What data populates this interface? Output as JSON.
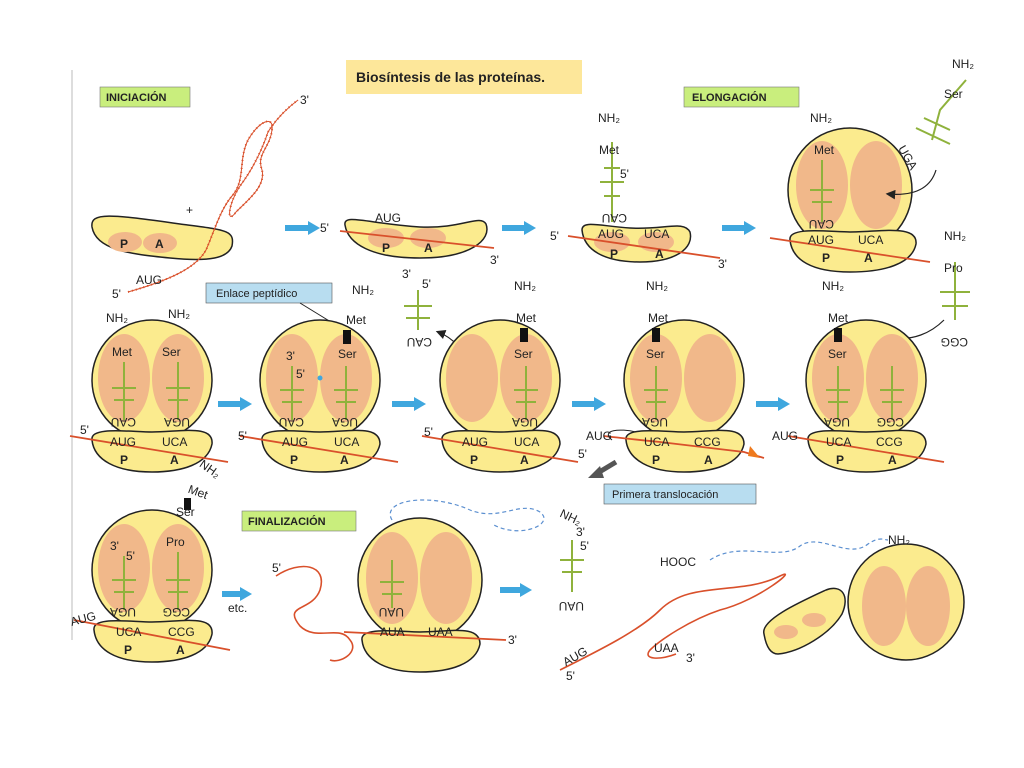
{
  "title": "Biosíntesis de las proteínas.",
  "sections": {
    "initiation": "INICIACIÓN",
    "elongation": "ELONGACIÓN",
    "finalization": "FINALIZACIÓN"
  },
  "callouts": {
    "peptide_bond": "Enlace peptídico",
    "first_translocation": "Primera translocación"
  },
  "labels": {
    "five_prime": "5'",
    "three_prime": "3'",
    "nh2": "NH₂",
    "hooc": "HOOC",
    "met": "Met",
    "ser": "Ser",
    "pro": "Pro",
    "site_p": "P",
    "site_a": "A",
    "plus": "+",
    "etc": "etc."
  },
  "codons": {
    "aug": "AUG",
    "uca": "UCA",
    "ccg": "CCG",
    "uaa": "UAA",
    "aua": "AUA",
    "cau": "CAU",
    "uga": "UGA",
    "cgg": "CGG",
    "uau": "UAU"
  },
  "colors": {
    "ribosome_fill": "#fbeb8e",
    "ribosome_inner": "#f1b88a",
    "mrna": "#d9502b",
    "trna": "#8fb23c",
    "arrow": "#3fa7de",
    "title_bg": "#fde79a",
    "section_bg": "#c9ee7d",
    "callout_bg": "#b8ddf0",
    "protein_chain": "#5b8fd0"
  }
}
